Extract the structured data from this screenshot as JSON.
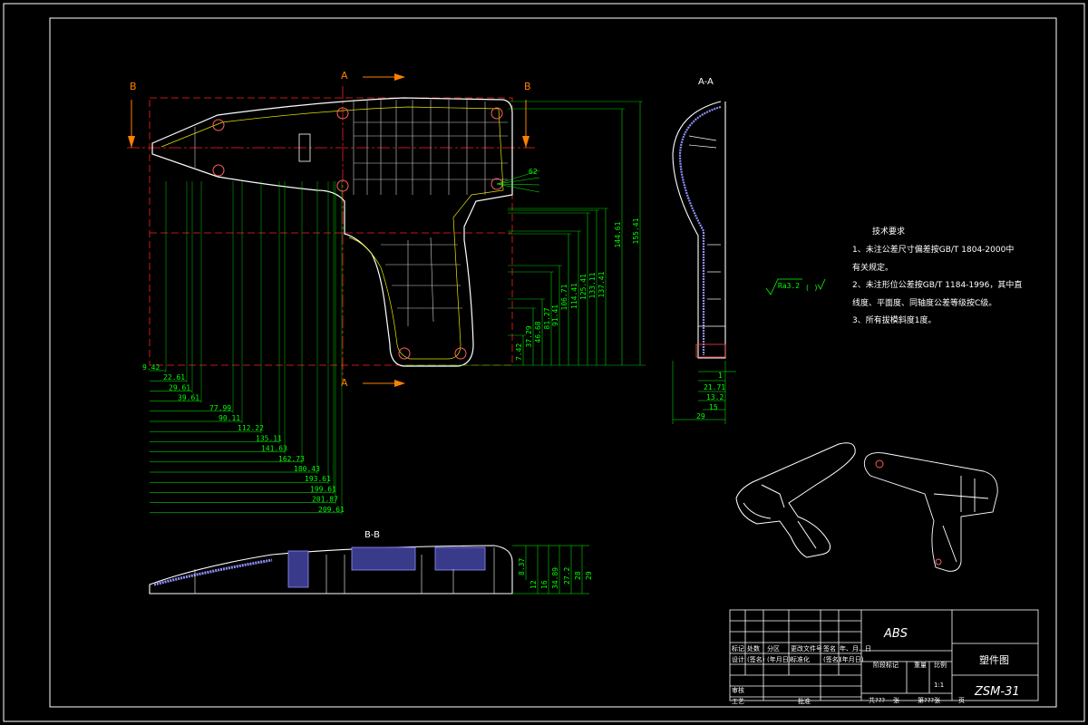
{
  "sections": {
    "a_mark": "A",
    "b_mark": "B",
    "aa_title": "A-A",
    "bb_title": "B-B"
  },
  "dims_horizontal": [
    "9.42",
    "22.61",
    "29.61",
    "39.61",
    "77.99",
    "90.11",
    "112.22",
    "135.11",
    "141.63",
    "162.73",
    "180.43",
    "193.61",
    "199.61",
    "201.87",
    "209.61"
  ],
  "dims_vertical": [
    "7.42",
    "37.29",
    "46.68",
    "81.27",
    "91.41",
    "106.71",
    "114.41",
    "125.41",
    "133.11",
    "137.41",
    "144.61",
    "155.41"
  ],
  "dims_angle": [
    "62"
  ],
  "dims_aa": [
    "1",
    "21.71",
    "13.2",
    "15",
    "29"
  ],
  "dims_bb": [
    "8.37",
    "12",
    "16",
    "34.89",
    "27.2",
    "28",
    "29"
  ],
  "surface": {
    "symbol": "Ra3.2",
    "paren": "(   )"
  },
  "notes": {
    "title": "技术要求",
    "lines": [
      "1、未注公差尺寸偏差按GB/T 1804-2000中",
      "   有关规定。",
      "2、未注形位公差按GB/T 1184-1996，其中直",
      "   线度、平面度、同轴度公差等级按C级。",
      "3、所有拔模斜度1度。"
    ]
  },
  "title_block": {
    "material": "ABS",
    "part_name": "塑件图",
    "drawing_no": "ZSM-31",
    "scale": "1:1",
    "headers": [
      "标记",
      "处数",
      "分区",
      "更改文件号",
      "签名",
      "年、月、日"
    ],
    "row2": [
      "设计",
      "(签名)",
      "(年月日)",
      "标准化",
      "(签名)",
      "(年月日)"
    ],
    "stage_labels": [
      "阶段标记",
      "重量",
      "比例"
    ],
    "approvals": [
      "审核",
      "工艺",
      "批准"
    ],
    "sheet": [
      "共???",
      "张",
      "第???张",
      "页"
    ]
  }
}
